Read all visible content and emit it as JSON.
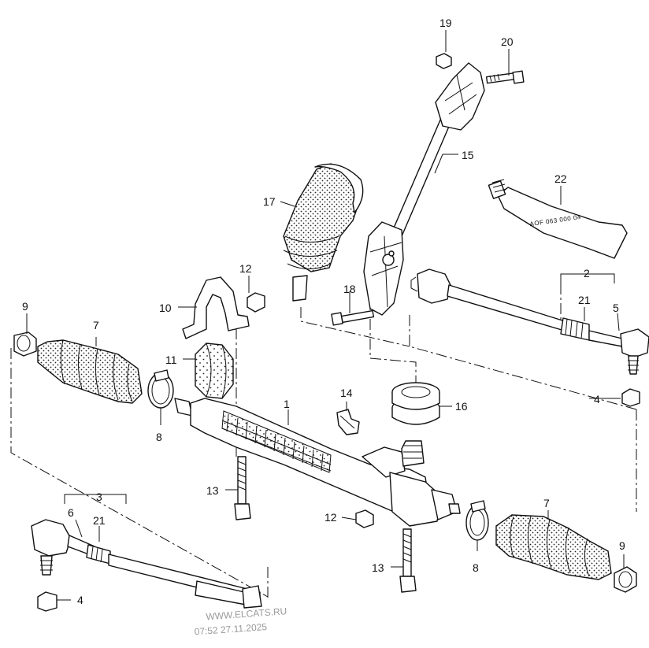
{
  "callouts": [
    {
      "id": "c1",
      "label": "1"
    },
    {
      "id": "c2",
      "label": "2"
    },
    {
      "id": "c3",
      "label": "3"
    },
    {
      "id": "c4a",
      "label": "4"
    },
    {
      "id": "c4b",
      "label": "4"
    },
    {
      "id": "c5",
      "label": "5"
    },
    {
      "id": "c6",
      "label": "6"
    },
    {
      "id": "c7a",
      "label": "7"
    },
    {
      "id": "c7b",
      "label": "7"
    },
    {
      "id": "c8a",
      "label": "8"
    },
    {
      "id": "c8b",
      "label": "8"
    },
    {
      "id": "c9a",
      "label": "9"
    },
    {
      "id": "c9b",
      "label": "9"
    },
    {
      "id": "c10",
      "label": "10"
    },
    {
      "id": "c11",
      "label": "11"
    },
    {
      "id": "c12a",
      "label": "12"
    },
    {
      "id": "c12b",
      "label": "12"
    },
    {
      "id": "c13a",
      "label": "13"
    },
    {
      "id": "c13b",
      "label": "13"
    },
    {
      "id": "c14",
      "label": "14"
    },
    {
      "id": "c15",
      "label": "15"
    },
    {
      "id": "c16",
      "label": "16"
    },
    {
      "id": "c17",
      "label": "17"
    },
    {
      "id": "c18",
      "label": "18"
    },
    {
      "id": "c19",
      "label": "19"
    },
    {
      "id": "c20",
      "label": "20"
    },
    {
      "id": "c21a",
      "label": "21"
    },
    {
      "id": "c21b",
      "label": "21"
    },
    {
      "id": "c22",
      "label": "22"
    }
  ],
  "grease_tube_label": "AOF 063 000 04",
  "watermark": {
    "line1": "WWW.ELCATS.RU",
    "line2": "07:52 27.11.2025"
  }
}
